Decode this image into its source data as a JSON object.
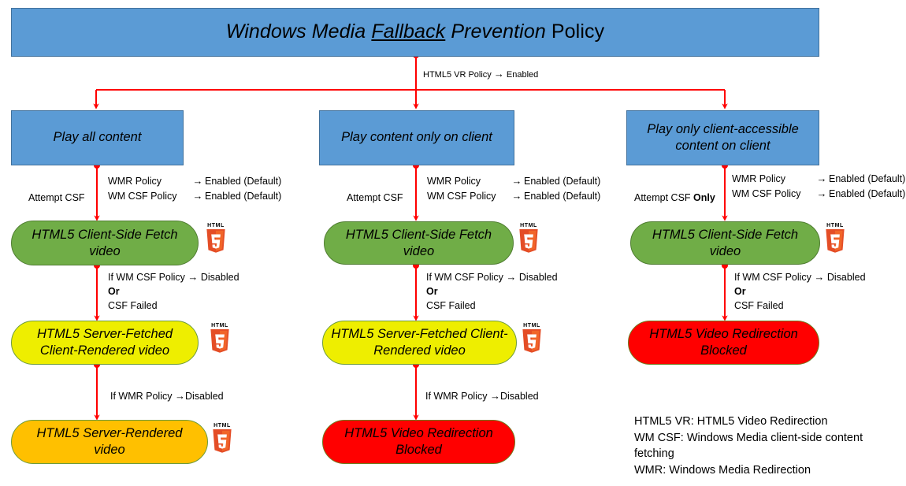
{
  "title": {
    "part_italic_1": "Windows Media ",
    "part_italic_underlined": "Fallback",
    "part_italic_2": " Prevention ",
    "part_plain": "Policy"
  },
  "root_edge": {
    "label": "HTML5 VR Policy",
    "arrow": "→",
    "value": "Enabled"
  },
  "columns": [
    {
      "id": "play-all-content",
      "option": "Play all content",
      "attempt_label": "Attempt CSF",
      "attempt_bold": "",
      "policy_rows": [
        {
          "key": "WMR Policy",
          "arrow": "→",
          "value": "Enabled (Default)"
        },
        {
          "key": "WM CSF Policy",
          "arrow": "→",
          "value": "Enabled (Default)"
        }
      ],
      "node_green": "HTML5 Client-Side Fetch video",
      "fail_label_line1_pre": "If WM CSF Policy ",
      "fail_label_line1_arrow": "→",
      "fail_label_line1_post": " Disabled",
      "fail_label_line2": "Or",
      "fail_label_line3": "CSF Failed",
      "node_second": "HTML5 Server-Fetched Client-Rendered video",
      "node_second_color": "yellow",
      "wmr_label_pre": "If WMR Policy ",
      "wmr_label_arrow": "→",
      "wmr_label_post": "Disabled",
      "node_third": "HTML5 Server-Rendered video",
      "node_third_color": "orange"
    },
    {
      "id": "play-content-only-on-client",
      "option": "Play content only on client",
      "attempt_label": "Attempt CSF",
      "attempt_bold": "",
      "policy_rows": [
        {
          "key": "WMR Policy",
          "arrow": "→",
          "value": "Enabled (Default)"
        },
        {
          "key": "WM CSF Policy",
          "arrow": "→",
          "value": "Enabled (Default)"
        }
      ],
      "node_green": "HTML5 Client-Side Fetch video",
      "fail_label_line1_pre": "If WM CSF Policy ",
      "fail_label_line1_arrow": "→",
      "fail_label_line1_post": " Disabled",
      "fail_label_line2": "Or",
      "fail_label_line3": "CSF Failed",
      "node_second": "HTML5 Server-Fetched Client-Rendered video",
      "node_second_color": "yellow",
      "wmr_label_pre": "If WMR Policy ",
      "wmr_label_arrow": "→",
      "wmr_label_post": "Disabled",
      "node_third": "HTML5 Video Redirection Blocked",
      "node_third_color": "red"
    },
    {
      "id": "play-only-client-accessible-content-on-client",
      "option": "Play only client-accessible content on client",
      "attempt_label": "Attempt CSF ",
      "attempt_bold": "Only",
      "policy_rows": [
        {
          "key": "WMR Policy",
          "arrow": "→",
          "value": "Enabled (Default)"
        },
        {
          "key": "WM CSF Policy",
          "arrow": "→",
          "value": "Enabled (Default)"
        }
      ],
      "node_green": "HTML5 Client-Side Fetch video",
      "fail_label_line1_pre": "If WM CSF Policy ",
      "fail_label_line1_arrow": "→",
      "fail_label_line1_post": " Disabled",
      "fail_label_line2": "Or",
      "fail_label_line3": "CSF Failed",
      "node_second": "HTML5 Video Redirection Blocked",
      "node_second_color": "red"
    }
  ],
  "legend": {
    "line1": "HTML5 VR: HTML5 Video Redirection",
    "line2": "WM CSF: Windows Media client-side content fetching",
    "line3": "WMR: Windows Media Redirection"
  },
  "html5_logo": {
    "caption": "HTML",
    "digit": "5"
  },
  "colors": {
    "banner_blue": "#5B9BD5",
    "node_green": "#70AD47",
    "node_yellow": "#EEEE00",
    "node_orange": "#FFC000",
    "node_red": "#FF0000",
    "connector_red": "#FF0000",
    "html5_orange": "#E44D26",
    "html5_orange_dark": "#F16529"
  }
}
